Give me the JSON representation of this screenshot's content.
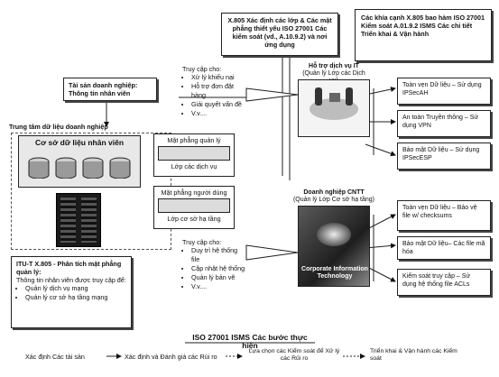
{
  "top_center_box": "X.805 Xác định các lớp & Các mặt phẳng thiết yếu ISO 27001 Các kiểm soát (vd., A.10.9.2) và nơi ứng dụng",
  "top_right_box": "Các khía cạnh X.805 bao hàm ISO 27001 Kiểm soát A.01.9.2 ISMS Các chi tiết Triển khai & Vận hành",
  "asset_box": {
    "line1": "Tài sản doanh nghiệp:",
    "line2": "Thông tin nhân viên"
  },
  "datacenter_label": "Trung tâm dữ liệu doanh nghiệp",
  "db_label": "Cơ sở dữ liệu nhân viên",
  "access_top": {
    "title": "Truy cập cho:",
    "items": [
      "Xử lý khiếu nại",
      "Hỗ trợ đơn đặt hàng",
      "Giải quyết vấn đề",
      "V.v...."
    ]
  },
  "access_bottom": {
    "title": "Truy cập cho:",
    "items": [
      "Duy trì hệ thống file",
      "Cập nhật hệ thống",
      "Quản lý bản vẽ",
      "V.v...."
    ]
  },
  "plane_mgmt": {
    "title": "Mặt phẳng quản lý",
    "layer": "Lớp các dịch vụ"
  },
  "plane_user": {
    "title": "Mặt phẳng người dùng",
    "layer": "Lớp cơ sở hạ tầng"
  },
  "it_support": {
    "title": "Hỗ trợ dịch vụ IT",
    "subtitle": "(Quản lý Lớp các Dịch vụ)"
  },
  "it_enterprise": {
    "title": "Doanh nghiệp CNTT",
    "subtitle": "(Quản lý Lớp Cơ sở hạ tầng)"
  },
  "photo_caption": "Corporate Information Technology",
  "right_boxes_top": [
    "Toàn vẹn Dữ liệu – Sử dụng IPSecAH",
    "An toàn Truyền thông – Sử dụng VPN",
    "Bảo mật Dữ liệu – Sử dụng IPSecESP"
  ],
  "right_boxes_bottom": [
    "Toàn vẹn Dữ liệu – Bảo vệ file w/ checksums",
    "Bảo mật Dữ liệu– Các file mã hóa",
    "Kiểm soát truy cập – Sử dụng hệ thống file ACLs"
  ],
  "itu_box": {
    "title": "ITU-T X.805 - Phân tích mặt phẳng quản lý:",
    "text": "Thông tin nhân viên được truy cập để:",
    "items": [
      "Quản lý dịch vụ mạng",
      "Quản lý cơ sở hạ tầng mạng"
    ]
  },
  "steps_title": "ISO 27001 ISMS Các bước thực hiện",
  "steps": [
    "Xác định Các tài sản",
    "Xác định và Đánh giá các Rủi ro",
    "Lựa chọn các Kiểm soát để Xử lý các Rủi ro",
    "Triển khai & Vận hành các Kiểm soát"
  ],
  "colors": {
    "ink": "#111111",
    "gray": "#9a9a9a",
    "dark": "#333333"
  }
}
